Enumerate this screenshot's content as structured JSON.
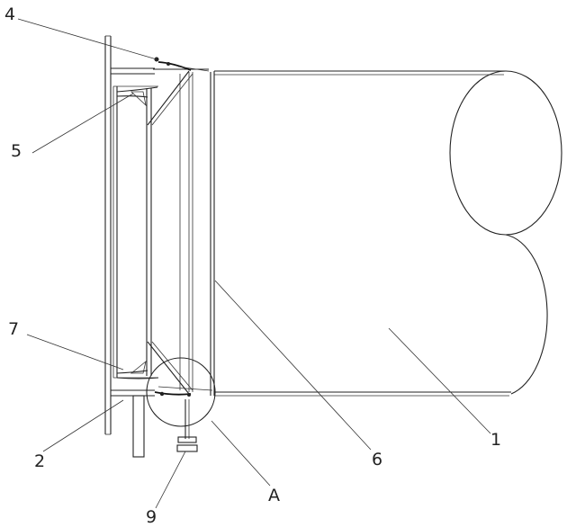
{
  "labels": {
    "l1": "1",
    "l2": "2",
    "l4": "4",
    "l5": "5",
    "l6": "6",
    "l7": "7",
    "l9": "9",
    "lA": "A"
  },
  "colors": {
    "line": "#222222",
    "background": "#ffffff"
  }
}
